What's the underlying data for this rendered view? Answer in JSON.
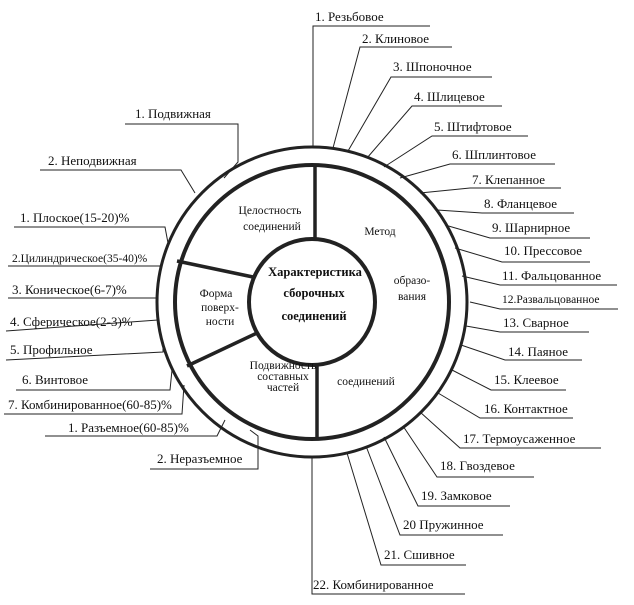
{
  "center": {
    "line1": "Характеристика",
    "line2": "сборочных",
    "line3": "соединений"
  },
  "segments": {
    "integrity": {
      "line1": "Целостность",
      "line2": "соединений"
    },
    "method": {
      "line1": "Метод",
      "line2": "образо-",
      "line3": "вания",
      "line4": "соединений"
    },
    "shape": {
      "line1": "Форма",
      "line2": "поверх-",
      "line3": "ности"
    },
    "mobility": {
      "line1": "Подвижность",
      "line2": "составных",
      "line3": "частей"
    }
  },
  "method_labels": [
    "1. Резьбовое",
    "2. Клиновое",
    "3. Шпоночное",
    "4. Шлицевое",
    "5. Штифтовое",
    "6. Шплинтовое",
    "7. Клепанное",
    "8. Фланцевое",
    "9. Шарнирное",
    "10. Прессовое",
    "11. Фальцованное",
    "12.Развальцованное",
    "13. Сварное",
    "14. Паяное",
    "15. Клеевое",
    "16. Контактное",
    "17. Термоусаженное",
    "18. Гвоздевое",
    "19. Замковое",
    "20 Пружинное",
    "21. Сшивное",
    "22. Комбинированное"
  ],
  "integrity_labels": [
    "1. Подвижная",
    "2. Неподвижная"
  ],
  "shape_labels": [
    "1. Плоское(15-20)%",
    "2.Цилиндрическое(35-40)%",
    "3. Коническое(6-7)%",
    "4. Сферическое(2-3)%",
    "5. Профильное",
    "6. Винтовое",
    "7. Комбинированное(60-85)%"
  ],
  "mobility_labels": [
    "1. Разъемное(60-85)%",
    "2. Неразъемное"
  ]
}
